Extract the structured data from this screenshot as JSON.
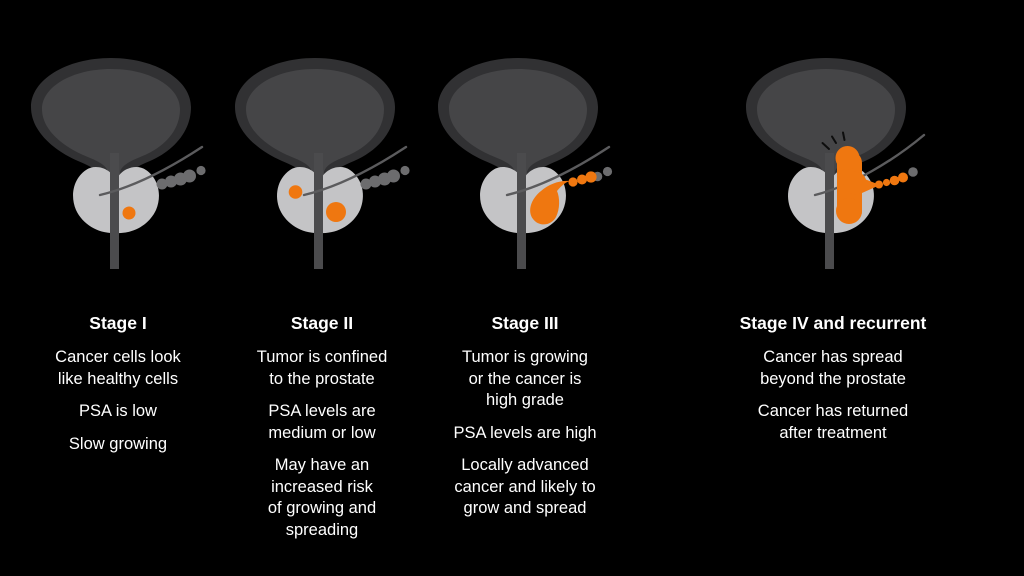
{
  "palette": {
    "background": "#000000",
    "bladder_outer": "#313133",
    "bladder_inner": "#454547",
    "prostate": "#c4c4c6",
    "urethra": "#4b4b4d",
    "duct_line": "#5b5b5d",
    "duct_nodes": "#6c6c6e",
    "tumor": "#ef7710",
    "crack_marks": "#0d0d0d",
    "text": "#ffffff"
  },
  "stages": [
    {
      "title": "Stage I",
      "paragraphs": [
        "Cancer cells look\nlike healthy cells",
        "PSA is low",
        "Slow growing"
      ]
    },
    {
      "title": "Stage II",
      "paragraphs": [
        "Tumor is confined\nto the prostate",
        "PSA levels are\nmedium or low",
        "May have an\nincreased risk\nof growing and\nspreading"
      ]
    },
    {
      "title": "Stage III",
      "paragraphs": [
        "Tumor is growing\nor the cancer is\nhigh grade",
        "PSA levels are high",
        "Locally advanced\ncancer and likely to\ngrow and spread"
      ]
    },
    {
      "title": "Stage IV and recurrent",
      "paragraphs": [
        "Cancer has spread\nbeyond the prostate",
        "Cancer has returned\nafter treatment"
      ]
    }
  ]
}
